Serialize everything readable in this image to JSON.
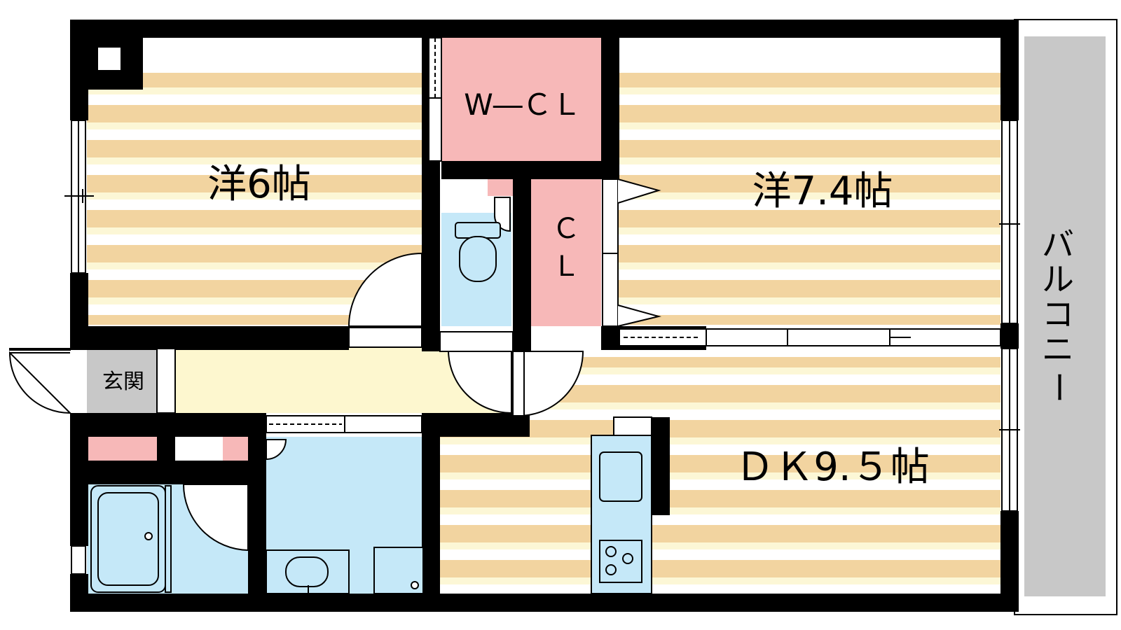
{
  "rooms": {
    "western_room_a": "洋6帖",
    "western_room_b": "洋7.4帖",
    "dining_kitchen": "ＤＫ9.５帖",
    "walk_in_closet": "W―ＣＬ",
    "closet": [
      "Ｃ",
      "Ｌ"
    ],
    "entrance": "玄関",
    "balcony": [
      "バ",
      "ル",
      "コ",
      "ニ",
      "ー"
    ]
  },
  "colors": {
    "wall": "#000000",
    "floor_stripe": "#f2d4a0",
    "floor_stripe_light": "#fcf7d6",
    "closet_pink": "#f7b8b8",
    "wet_blue": "#c5e8f8",
    "corridor_yellow": "#fdf7cf",
    "balcony_gray": "#c8c8c8",
    "entrance_gray": "#c8c8c8"
  }
}
